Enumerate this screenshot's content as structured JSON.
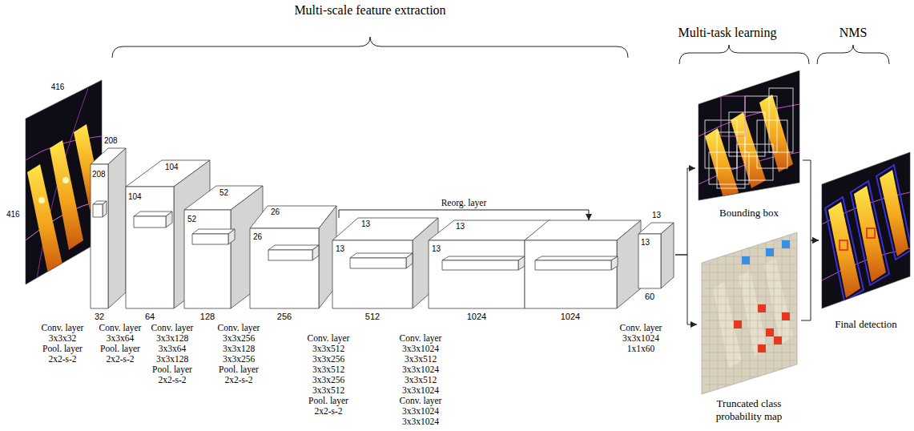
{
  "diagram": {
    "nodes": [
      {
        "text": [
          "416",
          "416"
        ]
      },
      {
        "text": [
          "208",
          "208",
          "32"
        ]
      },
      {
        "text": [
          "104",
          "104",
          "64"
        ]
      },
      {
        "text": [
          "52",
          "52",
          "128"
        ]
      },
      {
        "text": [
          "26",
          "26",
          "256"
        ]
      },
      {
        "text": [
          "13",
          "13",
          "512"
        ]
      },
      {
        "text": [
          "13",
          "13",
          "1024"
        ]
      },
      {
        "text": [
          "1024"
        ]
      },
      {
        "text": [
          "13",
          "13",
          "60"
        ]
      },
      {
        "text": [
          "Bounding box"
        ]
      },
      {
        "text": [
          "Truncated class probability map"
        ]
      },
      {
        "text": [
          "Final detection"
        ]
      }
    ],
    "edges": [
      {
        "from": 5,
        "to": 7,
        "arrow": "to",
        "label": "Reorg. layer"
      },
      {
        "from": 8,
        "to": 9,
        "arrow": "to"
      },
      {
        "from": 8,
        "to": 10,
        "arrow": "to"
      },
      {
        "from": 9,
        "to": 11,
        "arrow": "to"
      },
      {
        "from": 10,
        "to": 11,
        "arrow": "to"
      }
    ],
    "labels": [
      "Multi-scale feature extraction",
      "Multi-task learning",
      "NMS",
      "Conv. layer",
      "3x3x32",
      "Pool. layer",
      "2x2-s-2",
      "Conv. layer",
      "3x3x64",
      "Pool. layer",
      "2x2-s-2",
      "Conv. layer",
      "3x3x128",
      "3x3x64",
      "3x3x128",
      "Pool. layer",
      "2x2-s-2",
      "Conv. layer",
      "3x3x256",
      "3x3x128",
      "3x3x256",
      "Pool. layer",
      "2x2-s-2",
      "Conv. layer",
      "3x3x512",
      "3x3x256",
      "3x3x512",
      "3x3x256",
      "3x3x512",
      "Pool. layer",
      "2x2-s-2",
      "Conv. layer",
      "3x3x1024",
      "3x3x512",
      "3x3x1024",
      "3x3x512",
      "3x3x1024",
      "Conv. layer",
      "3x3x1024",
      "3x3x1024",
      "Conv. layer",
      "3x3x1024",
      "1x1x60"
    ]
  }
}
